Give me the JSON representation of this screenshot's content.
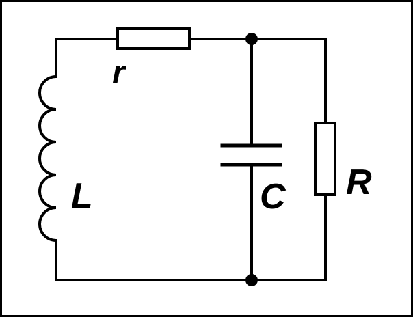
{
  "circuit": {
    "labels": {
      "resistor_r": "r",
      "inductor": "L",
      "capacitor": "C",
      "resistor_load": "R"
    },
    "colors": {
      "stroke": "#000000",
      "background": "#ffffff"
    },
    "icons": [
      "resistor-symbol",
      "inductor-symbol",
      "capacitor-symbol",
      "junction-dot"
    ]
  }
}
